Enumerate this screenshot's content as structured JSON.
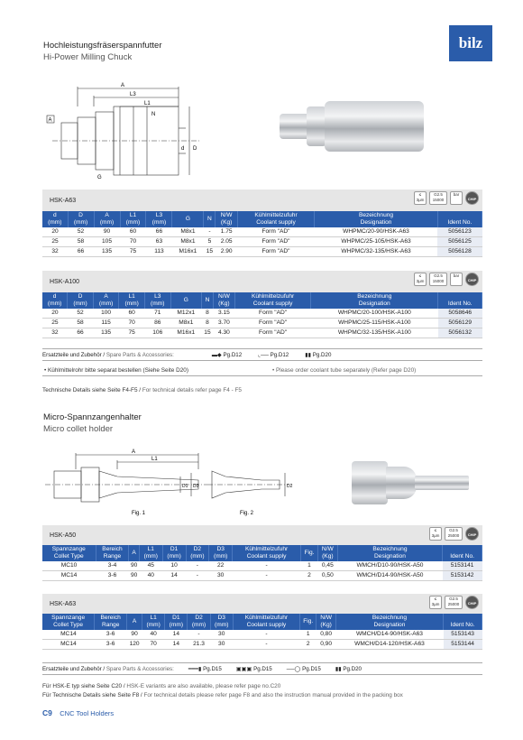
{
  "header": {
    "title_de": "Hochleistungsfräserspannfutter",
    "title_en": "Hi-Power Milling Chuck",
    "logo": "bilz"
  },
  "drawing1": {
    "labels": [
      "A",
      "L3",
      "L1",
      "N",
      "d",
      "D",
      "G",
      "A"
    ]
  },
  "table1": {
    "title": "HSK-A63",
    "icons": [
      "≤ 3µm",
      "G2.5 15000",
      "bar",
      "CHIP"
    ],
    "headers": [
      [
        "d",
        "(mm)"
      ],
      [
        "D",
        "(mm)"
      ],
      [
        "A",
        "(mm)"
      ],
      [
        "L1",
        "(mm)"
      ],
      [
        "L3",
        "(mm)"
      ],
      [
        "G",
        ""
      ],
      [
        "N",
        ""
      ],
      [
        "N/W",
        "(Kg)"
      ],
      [
        "Kühlmittelzufuhr",
        "Coolant supply"
      ],
      [
        "Bezeichnung",
        "Designation"
      ],
      [
        "",
        "Ident No."
      ]
    ],
    "rows": [
      [
        "20",
        "52",
        "90",
        "60",
        "66",
        "M8x1",
        "-",
        "1.75",
        "Form \"AD\"",
        "WHPMC/20-90/HSK-A63",
        "5056123"
      ],
      [
        "25",
        "58",
        "105",
        "70",
        "63",
        "M8x1",
        "5",
        "2.05",
        "Form \"AD\"",
        "WHPMC/25-105/HSK-A63",
        "5056125"
      ],
      [
        "32",
        "66",
        "135",
        "75",
        "113",
        "M16x1",
        "15",
        "2.90",
        "Form \"AD\"",
        "WHPMC/32-135/HSK-A63",
        "5056128"
      ]
    ]
  },
  "table2": {
    "title": "HSK-A100",
    "icons": [
      "≤ 3µm",
      "G2.5 15000",
      "bar",
      "CHIP"
    ],
    "headers": [
      [
        "d",
        "(mm)"
      ],
      [
        "D",
        "(mm)"
      ],
      [
        "A",
        "(mm)"
      ],
      [
        "L1",
        "(mm)"
      ],
      [
        "L3",
        "(mm)"
      ],
      [
        "G",
        ""
      ],
      [
        "N",
        ""
      ],
      [
        "N/W",
        "(Kg)"
      ],
      [
        "Kühlmittelzufuhr",
        "Coolant supply"
      ],
      [
        "Bezeichnung",
        "Designation"
      ],
      [
        "",
        "Ident No."
      ]
    ],
    "rows": [
      [
        "20",
        "52",
        "100",
        "60",
        "71",
        "M12x1",
        "8",
        "3.15",
        "Form \"AD\"",
        "WHPMC/20-100/HSK-A100",
        "5058646"
      ],
      [
        "25",
        "58",
        "115",
        "70",
        "86",
        "M8x1",
        "8",
        "3.70",
        "Form \"AD\"",
        "WHPMC/25-115/HSK-A100",
        "5056129"
      ],
      [
        "32",
        "66",
        "135",
        "75",
        "106",
        "M16x1",
        "15",
        "4.30",
        "Form \"AD\"",
        "WHPMC/32-135/HSK-A100",
        "5056132"
      ]
    ]
  },
  "spares1": {
    "label_de": "Ersatzteile und Zubehör",
    "label_en": "Spare Parts & Accessories:",
    "refs": [
      "Pg.D12",
      "Pg.D12",
      "Pg.D20"
    ]
  },
  "note1": {
    "de": "• Kühlmittelrohr bitte separat bestellen (Siehe Seite D20)",
    "en": "• Please order coolant tube separately (Refer page D20)"
  },
  "techref1": {
    "de": "Technische Details siehe Seite F4-F5",
    "en": "For technical details refer page F4 - F5"
  },
  "section2": {
    "title_de": "Micro-Spannzangenhalter",
    "title_en": "Micro collet holder"
  },
  "drawing2": {
    "labels": [
      "A",
      "L1",
      "D1",
      "D3",
      "D2"
    ],
    "fig1": "Fig. 1",
    "fig2": "Fig. 2"
  },
  "table3": {
    "title": "HSK-A50",
    "icons": [
      "≤ 3µm",
      "G2.5 25000",
      "CHIP"
    ],
    "headers": [
      [
        "Spannzange",
        "Collet Type"
      ],
      [
        "Bereich",
        "Range"
      ],
      [
        "A",
        ""
      ],
      [
        "L1",
        "(mm)"
      ],
      [
        "D1",
        "(mm)"
      ],
      [
        "D2",
        "(mm)"
      ],
      [
        "D3",
        "(mm)"
      ],
      [
        "Kühlmittelzufuhr",
        "Coolant supply"
      ],
      [
        "Fig.",
        ""
      ],
      [
        "N/W",
        "(Kg)"
      ],
      [
        "Bezeichnung",
        "Designation"
      ],
      [
        "",
        "Ident No."
      ]
    ],
    "rows": [
      [
        "MC10",
        "3-4",
        "90",
        "45",
        "10",
        "-",
        "22",
        "-",
        "1",
        "0,45",
        "WMCH/D10-90/HSK-A50",
        "5153141"
      ],
      [
        "MC14",
        "3-6",
        "90",
        "40",
        "14",
        "-",
        "30",
        "-",
        "2",
        "0,50",
        "WMCH/D14-90/HSK-A50",
        "5153142"
      ]
    ]
  },
  "table4": {
    "title": "HSK-A63",
    "icons": [
      "≤ 3µm",
      "G2.5 25000",
      "CHIP"
    ],
    "headers": [
      [
        "Spannzange",
        "Collet Type"
      ],
      [
        "Bereich",
        "Range"
      ],
      [
        "A",
        ""
      ],
      [
        "L1",
        "(mm)"
      ],
      [
        "D1",
        "(mm)"
      ],
      [
        "D2",
        "(mm)"
      ],
      [
        "D3",
        "(mm)"
      ],
      [
        "Kühlmittelzufuhr",
        "Coolant supply"
      ],
      [
        "Fig.",
        ""
      ],
      [
        "N/W",
        "(Kg)"
      ],
      [
        "Bezeichnung",
        "Designation"
      ],
      [
        "",
        "Ident No."
      ]
    ],
    "rows": [
      [
        "MC14",
        "3-6",
        "90",
        "40",
        "14",
        "-",
        "30",
        "-",
        "1",
        "0,80",
        "WMCH/D14-90/HSK-A63",
        "5153143"
      ],
      [
        "MC14",
        "3-6",
        "120",
        "70",
        "14",
        "21.3",
        "30",
        "-",
        "2",
        "0,90",
        "WMCH/D14-120/HSK-A63",
        "5153144"
      ]
    ]
  },
  "spares2": {
    "label_de": "Ersatzteile und Zubehör",
    "label_en": "Spare Parts & Accessories:",
    "refs": [
      "Pg.D15",
      "Pg.D15",
      "Pg.D15",
      "Pg.D20"
    ]
  },
  "footnote1": {
    "de": "Für HSK-E typ siehe Seite C20",
    "en": "HSK-E variants are also available, please refer page no.C20"
  },
  "footnote2": {
    "de": "Für Technische Details siehe Seite F8",
    "en": "For technical details please refer page F8 and also the instruction manual provided in the packing box"
  },
  "footer": {
    "page": "C9",
    "section": "CNC Tool Holders"
  }
}
